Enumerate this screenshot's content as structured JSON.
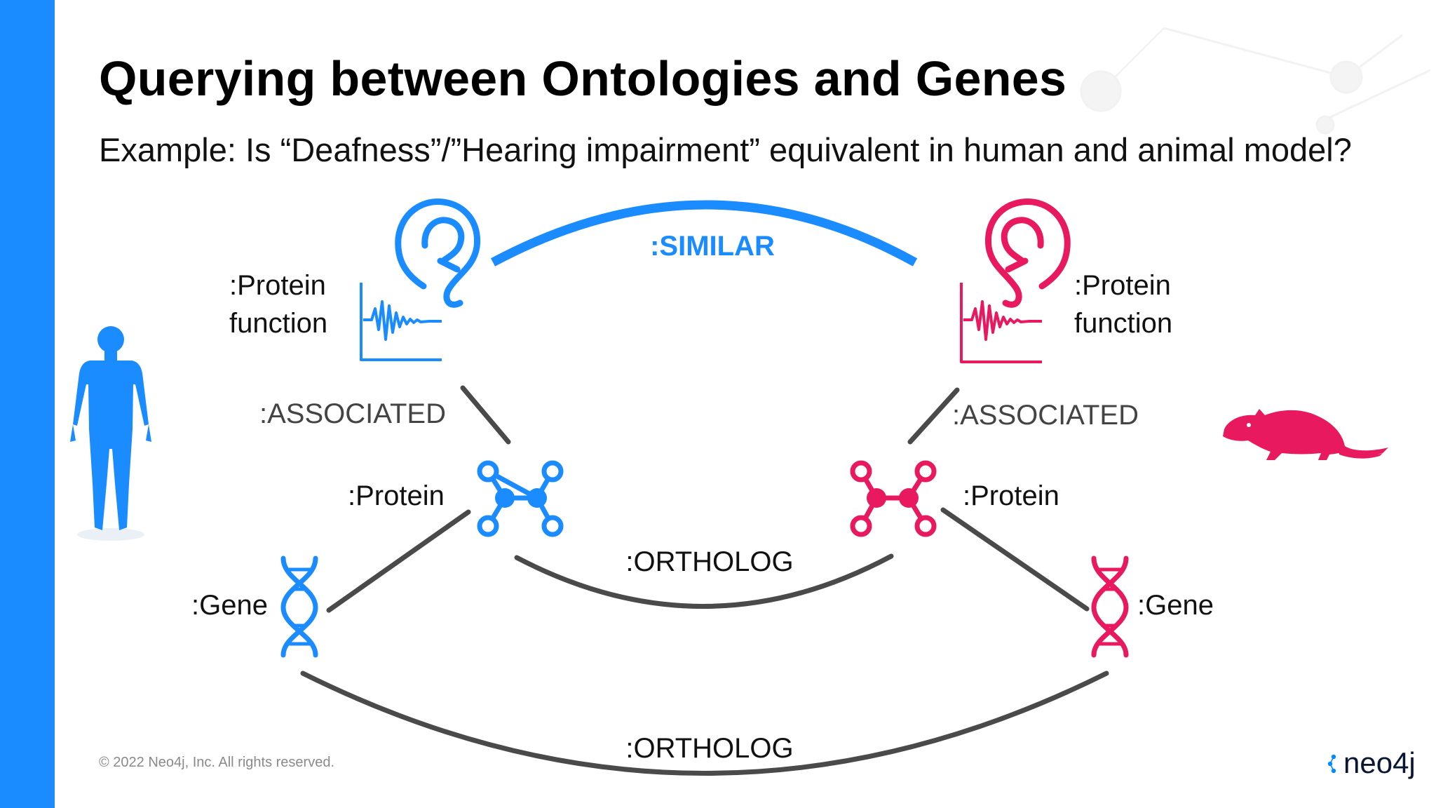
{
  "slide": {
    "title": "Querying between Ontologies and Genes",
    "subtitle": "Example: Is “Deafness”/”Hearing impairment” equivalent in human and animal model?",
    "copyright": "© 2022 Neo4j, Inc. All rights reserved.",
    "logo_text": "neo4j"
  },
  "colors": {
    "human": "#1a8cff",
    "animal": "#e8195e",
    "edge": "#4a4a4a",
    "sidebar": "#1a8cff"
  },
  "diagram": {
    "nodes": {
      "protein_function_left": {
        "label_line1": ":Protein",
        "label_line2": "function"
      },
      "protein_function_right": {
        "label_line1": ":Protein",
        "label_line2": "function"
      },
      "protein_left": {
        "label": ":Protein"
      },
      "protein_right": {
        "label": ":Protein"
      },
      "gene_left": {
        "label": ":Gene"
      },
      "gene_right": {
        "label": ":Gene"
      }
    },
    "relationships": {
      "similar": ":SIMILAR",
      "associated_left": ":ASSOCIATED",
      "associated_right": ":ASSOCIATED",
      "ortholog_protein": ":ORTHOLOG",
      "ortholog_gene": ":ORTHOLOG"
    },
    "icons": [
      "human-figure-icon",
      "ear-icon",
      "waveform-icon",
      "molecule-icon",
      "dna-icon",
      "rat-icon"
    ]
  }
}
